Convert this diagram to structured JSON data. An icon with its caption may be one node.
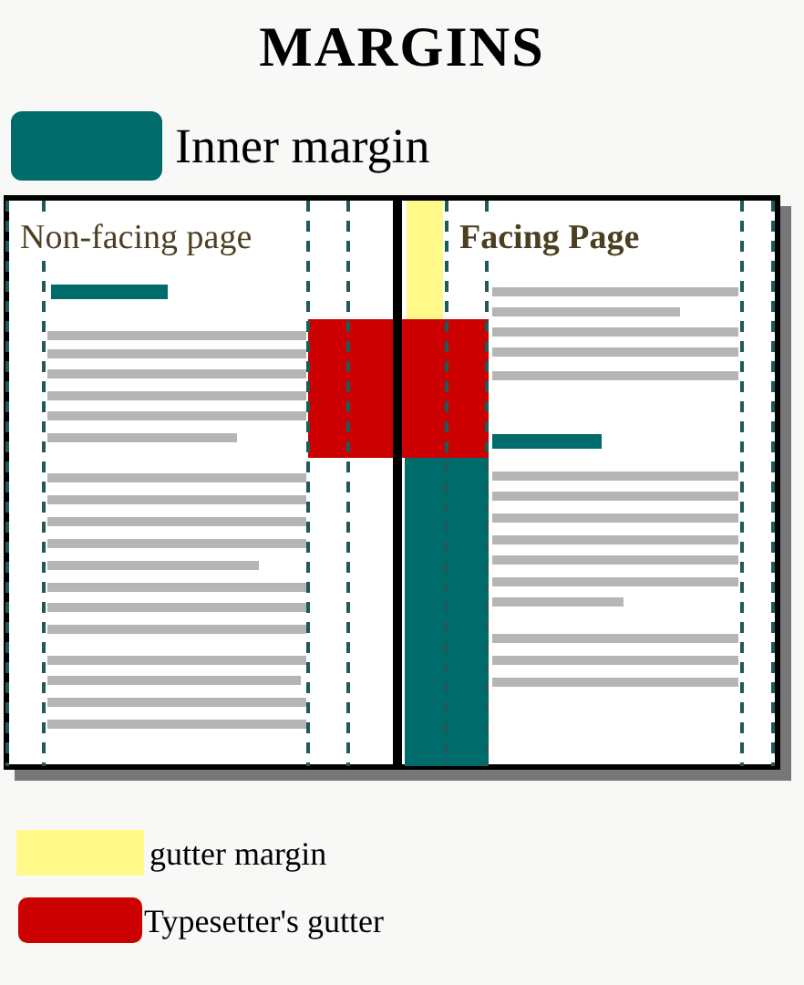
{
  "diagram": {
    "title": "MARGINS",
    "nodes": [
      {
        "text": [
          "Non-facing page"
        ]
      },
      {
        "text": [
          "Facing Page"
        ]
      }
    ],
    "legend": [
      {
        "text": "Inner margin",
        "color": "#006b6b"
      },
      {
        "text": "gutter margin",
        "color": "#fff98a"
      },
      {
        "text": "Typesetter's gutter",
        "color": "#cc0000"
      }
    ]
  }
}
